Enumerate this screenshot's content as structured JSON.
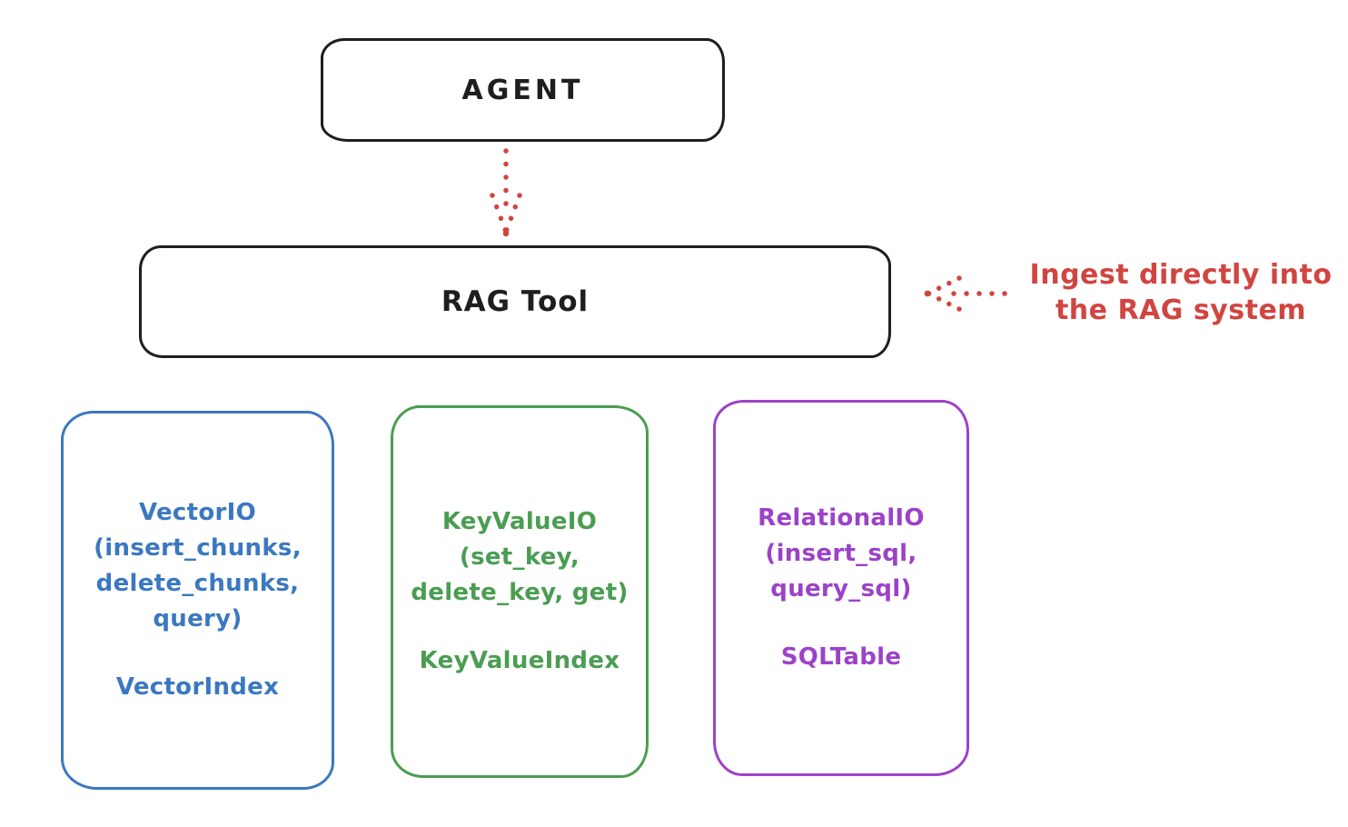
{
  "colors": {
    "ink": "#1e1e1e",
    "red": "#d14541",
    "blue": "#3b78c0",
    "green": "#4a9d52",
    "purple": "#9c42c8",
    "background": "#ffffff"
  },
  "nodes": {
    "agent": {
      "label": "AGENT"
    },
    "rag_tool": {
      "label": "RAG Tool"
    },
    "vector": {
      "lines": [
        "VectorIO",
        "(insert_chunks,",
        "delete_chunks,",
        "query)"
      ],
      "index": "VectorIndex"
    },
    "keyvalue": {
      "lines": [
        "KeyValueIO",
        "(set_key,",
        "delete_key, get)"
      ],
      "index": "KeyValueIndex"
    },
    "relational": {
      "lines": [
        "RelationalIO",
        "(insert_sql,",
        "query_sql)"
      ],
      "index": "SQLTable"
    }
  },
  "annotation": {
    "lines": [
      "Ingest directly into",
      "the RAG system"
    ]
  }
}
